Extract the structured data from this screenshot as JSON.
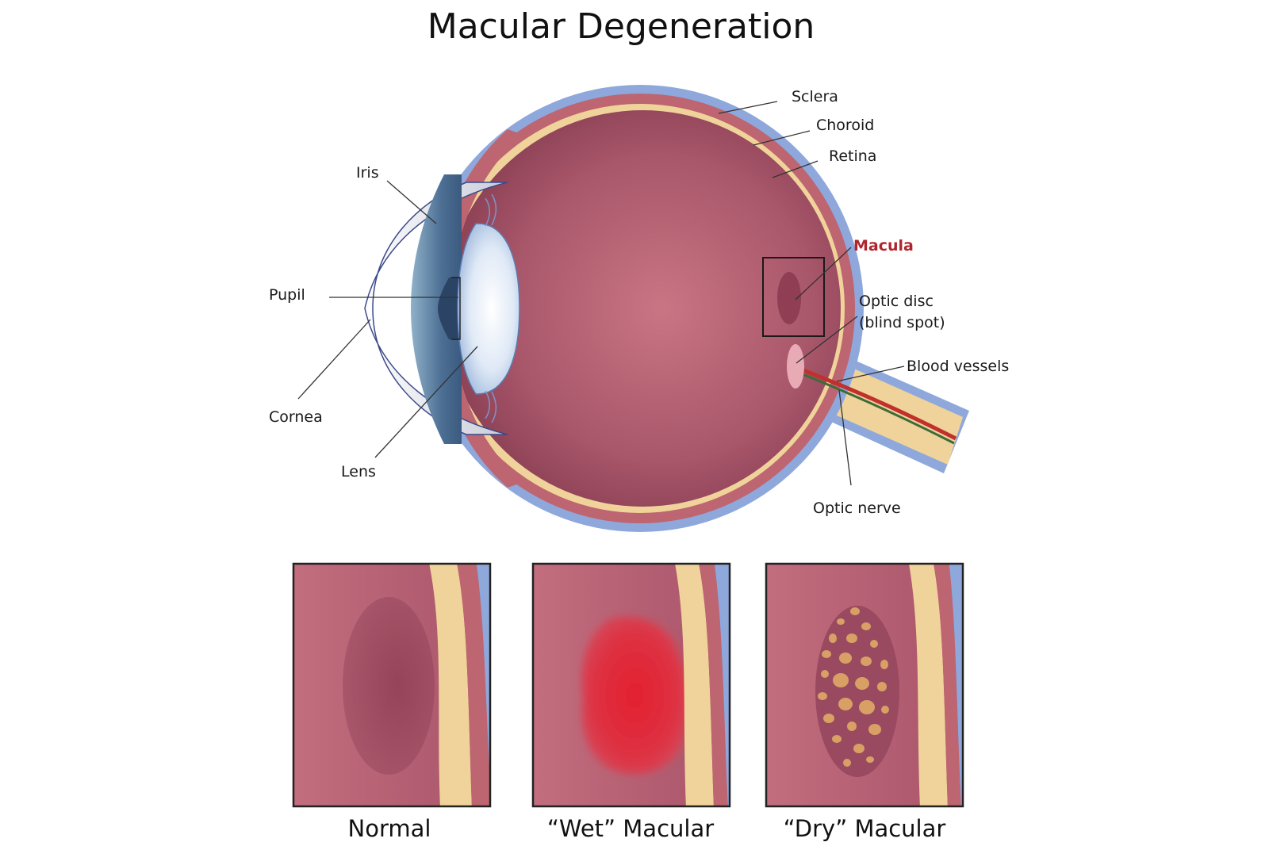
{
  "title": "Macular Degeneration",
  "labels": {
    "sclera": "Sclera",
    "choroid": "Choroid",
    "retina": "Retina",
    "iris": "Iris",
    "pupil": "Pupil",
    "cornea": "Cornea",
    "lens": "Lens",
    "macula": "Macula",
    "optic_disc_line1": "Optic disc",
    "optic_disc_line2": "(blind spot)",
    "blood_vessels": "Blood vessels",
    "optic_nerve": "Optic nerve"
  },
  "panels": {
    "normal": "Normal",
    "wet": "“Wet” Macular",
    "dry": "“Dry” Macular"
  },
  "colors": {
    "sclera": "#8fa8dc",
    "choroid": "#bd6570",
    "retina": "#f0d39a",
    "vitreous": "#9b4a5c",
    "macula_label": "#b0252d",
    "wet_lesion": "#e12a3a",
    "dry_deposits": "#d9a066"
  }
}
